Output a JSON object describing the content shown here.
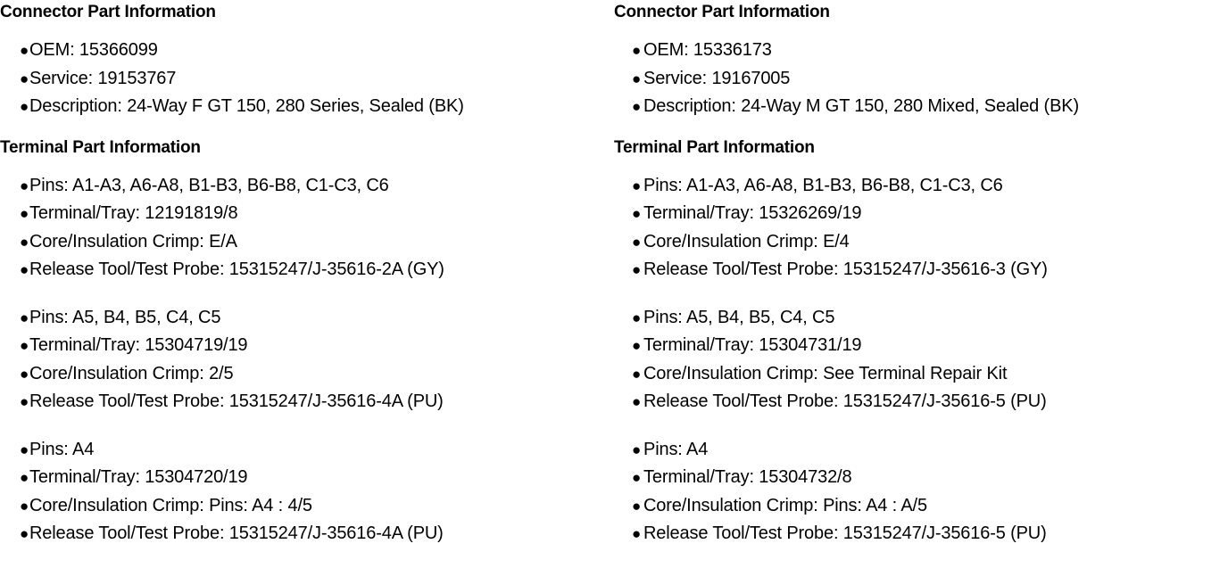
{
  "document": {
    "bullet_glyph": "●",
    "text_color": "#000000",
    "background_color": "#ffffff"
  },
  "columns": [
    {
      "id": "left-connector",
      "connector": {
        "heading": "Connector Part Information",
        "items": [
          "OEM: 15366099",
          "Service: 19153767",
          "Description: 24-Way F GT 150, 280 Series, Sealed (BK)"
        ]
      },
      "terminal": {
        "heading": "Terminal Part Information",
        "groups": [
          {
            "items": [
              "Pins: A1-A3, A6-A8, B1-B3, B6-B8, C1-C3, C6",
              "Terminal/Tray: 12191819/8",
              "Core/Insulation Crimp: E/A",
              "Release Tool/Test Probe: 15315247/J-35616-2A (GY)"
            ]
          },
          {
            "items": [
              "Pins: A5, B4, B5, C4, C5",
              "Terminal/Tray: 15304719/19",
              "Core/Insulation Crimp: 2/5",
              "Release Tool/Test Probe: 15315247/J-35616-4A (PU)"
            ]
          },
          {
            "items": [
              "Pins: A4",
              "Terminal/Tray: 15304720/19",
              "Core/Insulation Crimp: Pins: A4 : 4/5",
              "Release Tool/Test Probe: 15315247/J-35616-4A (PU)"
            ]
          }
        ]
      }
    },
    {
      "id": "right-connector",
      "connector": {
        "heading": "Connector Part Information",
        "items": [
          "OEM: 15336173",
          "Service: 19167005",
          "Description: 24-Way M GT 150, 280 Mixed, Sealed (BK)"
        ]
      },
      "terminal": {
        "heading": "Terminal Part Information",
        "groups": [
          {
            "items": [
              "Pins: A1-A3, A6-A8, B1-B3, B6-B8, C1-C3, C6",
              "Terminal/Tray: 15326269/19",
              "Core/Insulation Crimp: E/4",
              "Release Tool/Test Probe: 15315247/J-35616-3 (GY)"
            ]
          },
          {
            "items": [
              "Pins: A5, B4, B5, C4, C5",
              "Terminal/Tray: 15304731/19",
              "Core/Insulation Crimp: See Terminal Repair Kit",
              "Release Tool/Test Probe: 15315247/J-35616-5 (PU)"
            ]
          },
          {
            "items": [
              "Pins: A4",
              "Terminal/Tray: 15304732/8",
              "Core/Insulation Crimp: Pins: A4 : A/5",
              "Release Tool/Test Probe: 15315247/J-35616-5 (PU)"
            ]
          }
        ]
      }
    }
  ]
}
